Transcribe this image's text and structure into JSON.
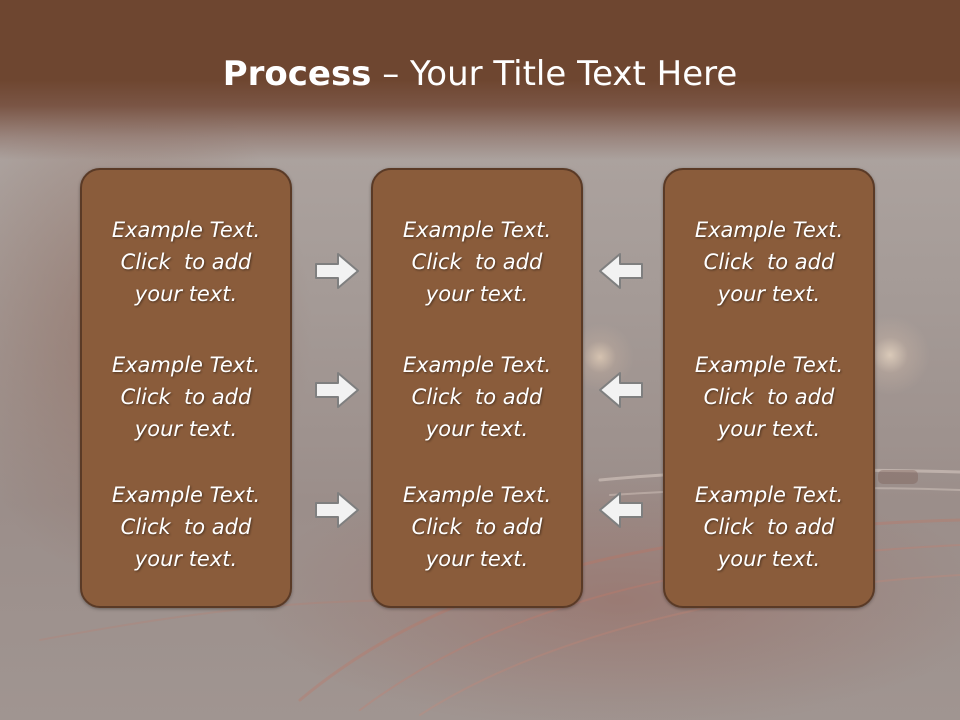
{
  "slide": {
    "title_bold": "Process",
    "title_rest": " – Your Title Text Here"
  },
  "columns": [
    {
      "blocks": [
        {
          "line1": "Example Text.",
          "line2": "Click  to add",
          "line3": "your text."
        },
        {
          "line1": "Example Text.",
          "line2": "Click  to add",
          "line3": "your text."
        },
        {
          "line1": "Example Text.",
          "line2": "Click  to add",
          "line3": "your text."
        }
      ]
    },
    {
      "blocks": [
        {
          "line1": "Example Text.",
          "line2": "Click  to add",
          "line3": "your text."
        },
        {
          "line1": "Example Text.",
          "line2": "Click  to add",
          "line3": "your text."
        },
        {
          "line1": "Example Text.",
          "line2": "Click  to add",
          "line3": "your text."
        }
      ]
    },
    {
      "blocks": [
        {
          "line1": "Example Text.",
          "line2": "Click  to add",
          "line3": "your text."
        },
        {
          "line1": "Example Text.",
          "line2": "Click  to add",
          "line3": "your text."
        },
        {
          "line1": "Example Text.",
          "line2": "Click  to add",
          "line3": "your text."
        }
      ]
    }
  ],
  "arrows": {
    "left_group": "right-arrow-icon",
    "right_group": "left-arrow-icon"
  },
  "colors": {
    "header": "#6e4630",
    "panel_fill": "#8a5c3b",
    "panel_border": "#5a3a26",
    "arrow_fill": "#f2f2f2",
    "arrow_stroke": "#7f7f7f"
  }
}
